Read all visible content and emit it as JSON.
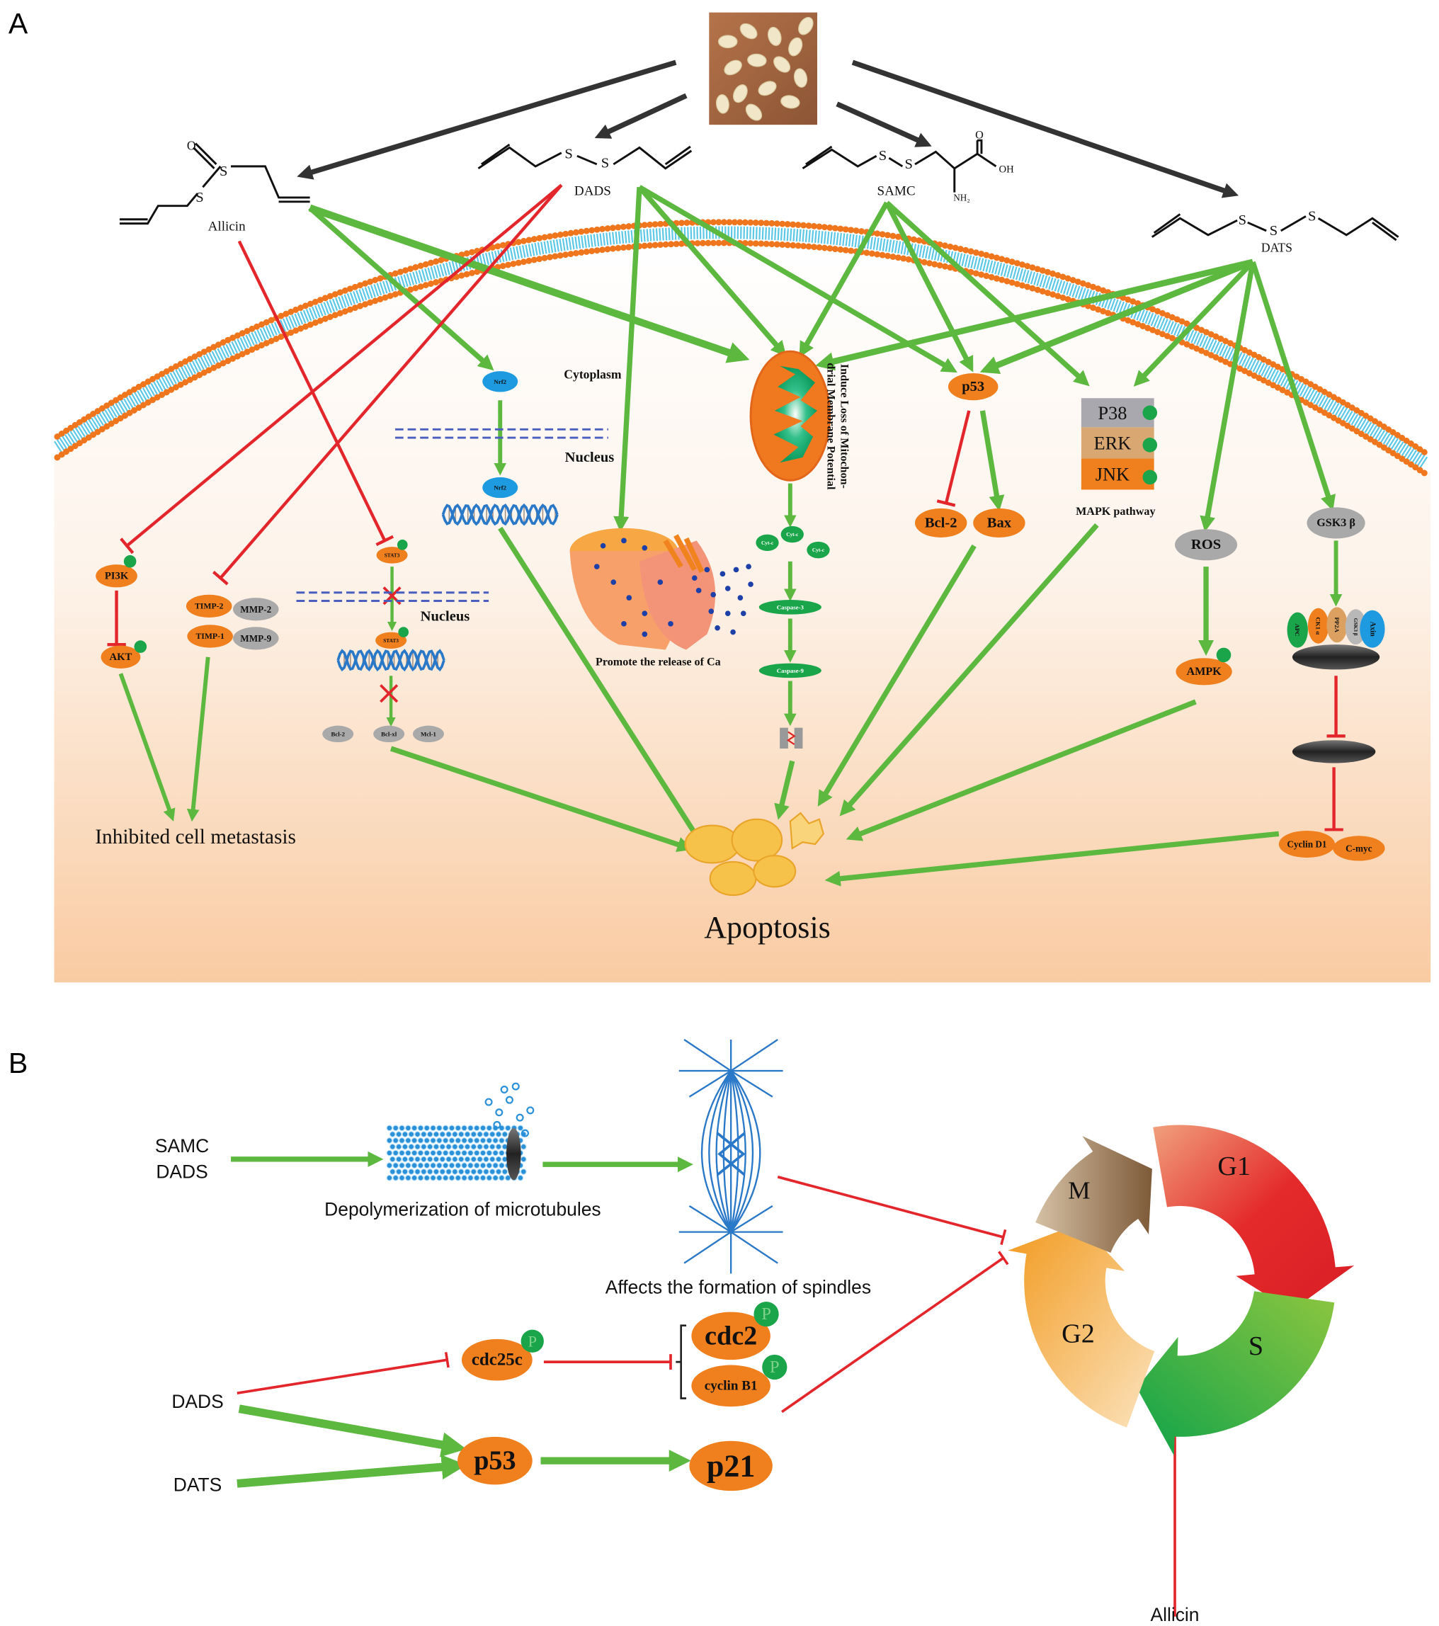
{
  "panel_labels": {
    "a": "A",
    "b": "B"
  },
  "compounds": {
    "allicin": "Allicin",
    "dads": "DADS",
    "samc": "SAMC",
    "dats": "DATS",
    "atom_s": "S",
    "atom_o": "O",
    "nh2": "NH₂",
    "oh": "OH"
  },
  "compartments": {
    "cytoplasm": "Cytoplasm",
    "nucleus": "Nucleus"
  },
  "nodes": {
    "nrf2": "Nrf2",
    "pi3k": "PI3K",
    "akt": "AKT",
    "timp2": "TIMP-2",
    "mmp2": "MMP-2",
    "timp1": "TIMP-1",
    "mmp9": "MMP-9",
    "stat3": "STAT3",
    "bcl2": "Bcl-2",
    "bclxl": "Bcl-xl",
    "mcl1": "Mcl-1",
    "cytc": "Cyt-c",
    "caspase3": "Caspase-3",
    "caspase9": "Caspase-9",
    "p53": "p53",
    "bax": "Bax",
    "p38": "P38",
    "erk": "ERK",
    "jnk": "JNK",
    "ros": "ROS",
    "ampk": "AMPK",
    "gsk3b": "GSK3 β",
    "apc": "APC",
    "ck1a": "CK1 α",
    "pp2a": "PP2A",
    "axin": "Axin",
    "cyclind1": "Cyclin D1",
    "cmyc": "C-myc"
  },
  "annotations": {
    "mito_line1": "Induce Loss of Mitochon-",
    "mito_line2": "drial Membrane Potential",
    "er": "Promote the release of Ca",
    "mapk": "MAPK pathway",
    "metastasis": "Inhibited cell metastasis",
    "apoptosis": "Apoptosis"
  },
  "panel_b": {
    "samc": "SAMC",
    "dads_top": "DADS",
    "dads": "DADS",
    "dats": "DATS",
    "allicin": "Allicin",
    "microtubules": "Depolymerization of microtubules",
    "spindles": "Affects the formation of spindles",
    "cdc25c": "cdc25c",
    "cdc2": "cdc2",
    "cyclinb1": "cyclin B1",
    "p53": "p53",
    "p21": "p21",
    "phospho": "P",
    "phases": {
      "g1": "G1",
      "s": "S",
      "g2": "G2",
      "m": "M"
    }
  },
  "colors": {
    "activation": "#5cb83e",
    "inhibition": "#e3262b",
    "protein_orange": "#f07f1e",
    "protein_gray": "#a9a9a9",
    "nrf2_blue": "#1e9be0",
    "caspase_green": "#1aa54a",
    "background_peach": "#fad2ae",
    "g1": "#e42a2a",
    "s": "#3fb54a",
    "g2": "#f3a52e",
    "m": "#9c7a58"
  }
}
